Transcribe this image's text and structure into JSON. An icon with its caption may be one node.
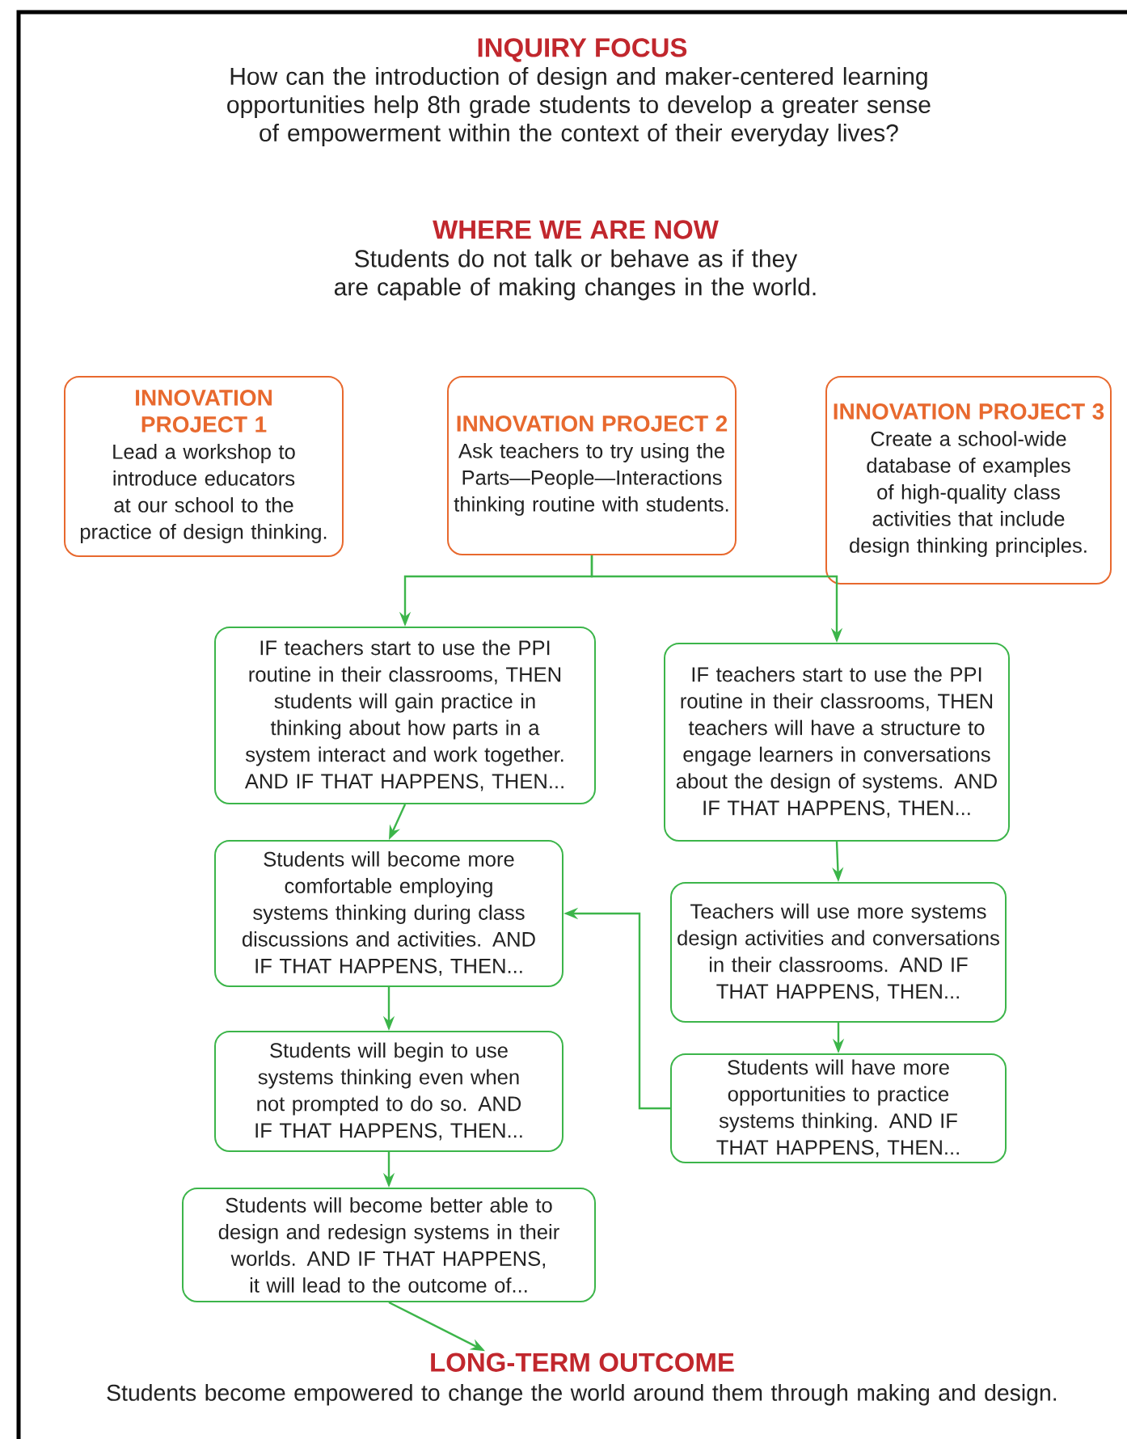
{
  "diagram": {
    "nodes": [
      {
        "text": [
          "INNOVATION PROJECT 1",
          "Lead a workshop to introduce educators at our school to the practice of design thinking."
        ]
      },
      {
        "text": [
          "INNOVATION PROJECT 2",
          "Ask teachers to try using the Parts—People—Interactions thinking routine with students."
        ]
      },
      {
        "text": [
          "INNOVATION PROJECT 3",
          "Create a school-wide database of examples of high-quality class activities that include design thinking principles."
        ]
      },
      {
        "text": [
          "IF teachers start to use the PPI routine in their classrooms, THEN students will gain practice in thinking about how parts in a system interact and work together. AND IF THAT HAPPENS, THEN..."
        ]
      },
      {
        "text": [
          "IF teachers start to use the PPI routine in their classrooms, THEN teachers will have a structure to engage learners in conversations about the design of systems. AND IF THAT HAPPENS, THEN..."
        ]
      },
      {
        "text": [
          "Students will become more comfortable employing systems thinking during class discussions and activities. AND IF THAT HAPPENS, THEN..."
        ]
      },
      {
        "text": [
          "Teachers will use more systems design activities and conversations in their classrooms. AND IF THAT HAPPENS, THEN..."
        ]
      },
      {
        "text": [
          "Students will begin to use systems thinking even when not prompted to do so. AND IF THAT HAPPENS, THEN..."
        ]
      },
      {
        "text": [
          "Students will have more opportunities to practice systems thinking. AND IF THAT HAPPENS, THEN..."
        ]
      },
      {
        "text": [
          "Students will become better able to design and redesign systems in their worlds. AND IF THAT HAPPENS, it will lead to the outcome of..."
        ]
      },
      {
        "text": [
          "LONG-TERM OUTCOME",
          "Students become empowered to change the world around them through making and design."
        ]
      }
    ],
    "edges": [
      {
        "from": 1,
        "to": 3,
        "arrow": "to"
      },
      {
        "from": 1,
        "to": 4,
        "arrow": "to"
      },
      {
        "from": 3,
        "to": 5,
        "arrow": "to"
      },
      {
        "from": 4,
        "to": 6,
        "arrow": "to"
      },
      {
        "from": 6,
        "to": 8,
        "arrow": "to"
      },
      {
        "from": 8,
        "to": 5,
        "arrow": "to"
      },
      {
        "from": 5,
        "to": 7,
        "arrow": "to"
      },
      {
        "from": 7,
        "to": 9,
        "arrow": "to"
      },
      {
        "from": 9,
        "to": 10,
        "arrow": "to"
      }
    ],
    "labels": [
      "INQUIRY FOCUS",
      "How can the introduction of design and maker-centered learning opportunities help 8th grade students to develop a greater sense of empowerment within the context of their everyday lives?",
      "WHERE WE ARE NOW",
      "Students do not talk or behave as if they are capable of making changes in the world."
    ]
  }
}
